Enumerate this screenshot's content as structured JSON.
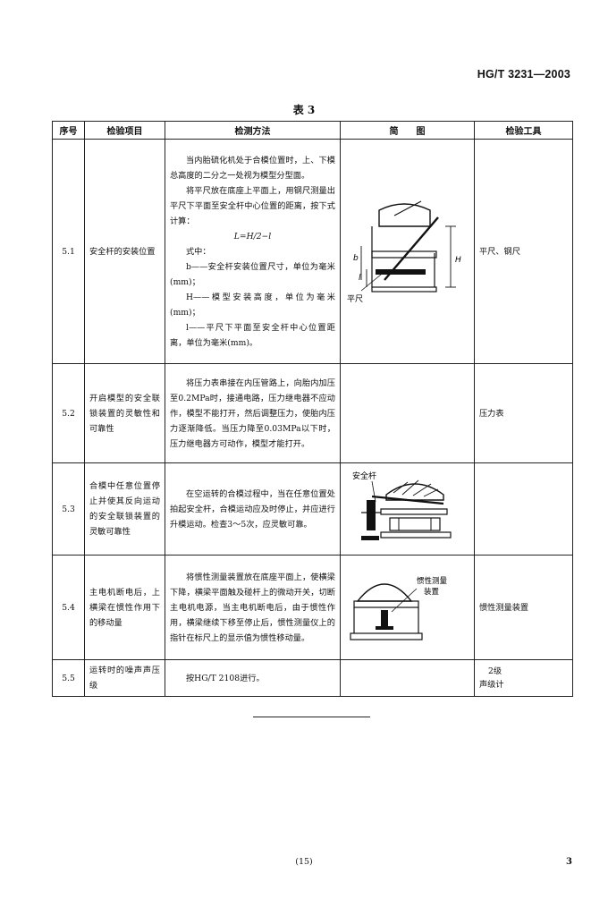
{
  "header": {
    "standard_code": "HG/T 3231—2003"
  },
  "table_title": "表 3",
  "columns": [
    "序号",
    "检验项目",
    "检测方法",
    "简　　图",
    "检验工具"
  ],
  "rows": [
    {
      "num": "5.1",
      "item": "安全杆的安装位置",
      "method": [
        "当内胎硫化机处于合模位置时，上、下模总高度的二分之一处视为模型分型面。",
        "将平尺放在底座上平面上，用钢尺测量出平尺下平面至安全杆中心位置的距离，按下式计算：",
        "L=H/2−l",
        "式中：",
        "b——安全杆安装位置尺寸，单位为毫米(mm)；",
        "H——模型安装高度，单位为毫米(mm)；",
        "l——平尺下平面至安全杆中心位置距离，单位为毫米(mm)。"
      ],
      "diagram_labels": {
        "plate": "平尺",
        "h": "H",
        "b": "b",
        "l": "l"
      },
      "tool": "平尺、钢尺"
    },
    {
      "num": "5.2",
      "item": "开启模型的安全联锁装置的灵敏性和可靠性",
      "method": [
        "将压力表串接在内压管路上，向胎内加压至0.2MPa时，接通电路，压力继电器不应动作，模型不能打开，然后调整压力，使胎内压力逐渐降低。当压力降至0.03MPa以下时，压力继电器方可动作，模型才能打开。"
      ],
      "tool": "压力表"
    },
    {
      "num": "5.3",
      "item": "合模中任意位置停止并使其反向运动的安全联锁装置的灵敏可靠性",
      "method": [
        "在空运转的合模过程中，当在任意位置处拍起安全杆，合模运动应及时停止，并应进行升模运动。检查3～5次，应灵敏可靠。"
      ],
      "diagram_labels": {
        "safety_bar": "安全杆"
      },
      "tool": ""
    },
    {
      "num": "5.4",
      "item": "主电机断电后，上横梁在惯性作用下的移动量",
      "method": [
        "将惯性测量装置放在底座平面上，使横梁下降，横梁平面触及碰杆上的微动开关，切断主电机电源，当主电机断电后，由于惯性作用，横梁继续下移至停止后，惯性测量仪上的指针在标尺上的显示值为惯性移动量。"
      ],
      "diagram_labels": {
        "device_line1": "惯性测量",
        "device_line2": "装置"
      },
      "tool": "惯性测量装置"
    },
    {
      "num": "5.5",
      "item": "运转时的噪声声压级",
      "method": [
        "按HG/T 2108进行。"
      ],
      "tool_line1": "2级",
      "tool_line2": "声级计"
    }
  ],
  "footer": {
    "center_page": "(15)",
    "right_page": "3"
  }
}
